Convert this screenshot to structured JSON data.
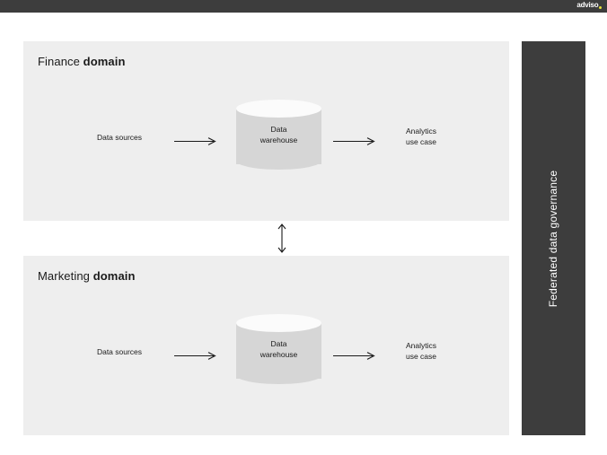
{
  "brand": {
    "logo_text": "adviso",
    "logo_dot_color": "#e8e337",
    "topbar_color": "#3d3d3d"
  },
  "colors": {
    "panel_background": "#eeeeee",
    "cylinder_body": "#d6d6d6",
    "cylinder_top": "#fbfbfb",
    "sidebar_background": "#3d3d3d",
    "text": "#1a1a1a",
    "page_background": "#ffffff"
  },
  "diagram": {
    "between_domains_arrow": "double-headed-vertical-arrow",
    "domains": [
      {
        "title_regular": "Finance ",
        "title_bold": "domain",
        "flow": {
          "source_label": "Data sources",
          "arrow_one": "right-arrow",
          "store_label": "Data\nwarehouse",
          "arrow_two": "right-arrow",
          "consumer_label": "Analytics\nuse case"
        }
      },
      {
        "title_regular": "Marketing ",
        "title_bold": "domain",
        "flow": {
          "source_label": "Data sources",
          "arrow_one": "right-arrow",
          "store_label": "Data\nwarehouse",
          "arrow_two": "right-arrow",
          "consumer_label": "Analytics\nuse case"
        }
      }
    ],
    "sidebar": {
      "label": "Federated data governance"
    }
  }
}
